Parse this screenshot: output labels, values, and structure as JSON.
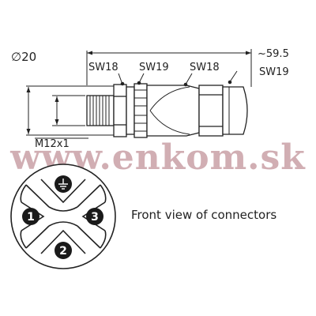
{
  "dimensions": {
    "diameter": "∅20",
    "length": "~59.5",
    "sw_labels": [
      "SW18",
      "SW19",
      "SW18"
    ],
    "sw_right": "SW19",
    "thread": "M12x1"
  },
  "watermark": {
    "text": "www.enkom.sk",
    "color": "#c9a0a6"
  },
  "connector_face": {
    "caption": "Front view of connectors",
    "pins": [
      "1",
      "2",
      "3"
    ],
    "ground_symbol": "ground-icon"
  },
  "colors": {
    "line": "#222222",
    "pin_fill": "#1a1a1a"
  }
}
